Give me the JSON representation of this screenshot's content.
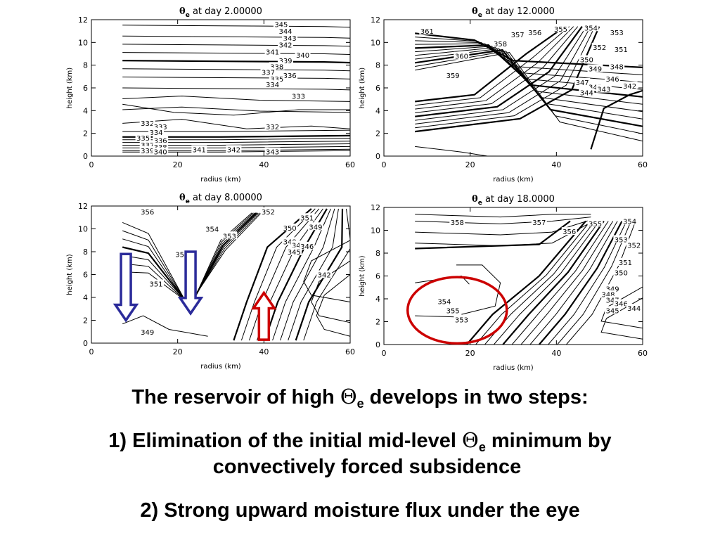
{
  "chart_data": [
    {
      "type": "contour",
      "panel": "top-left",
      "title": {
        "prefix": "θ",
        "sub": "e",
        "text": "at day 2.00000"
      },
      "xlabel": "radius (km)",
      "ylabel": "height (km)",
      "xlim": [
        0,
        60
      ],
      "ylim": [
        0,
        12
      ],
      "xticks": [
        "0",
        "20",
        "40",
        "60"
      ],
      "yticks": [
        "0",
        "2",
        "4",
        "6",
        "8",
        "10",
        "12"
      ],
      "contour_labels": [
        {
          "text": "345",
          "x": 44,
          "y": 11.6
        },
        {
          "text": "344",
          "x": 45,
          "y": 11.0
        },
        {
          "text": "343",
          "x": 46,
          "y": 10.4
        },
        {
          "text": "342",
          "x": 45,
          "y": 9.8
        },
        {
          "text": "341",
          "x": 42,
          "y": 9.2
        },
        {
          "text": "340",
          "x": 49,
          "y": 8.9
        },
        {
          "text": "339",
          "x": 45,
          "y": 8.4
        },
        {
          "text": "338",
          "x": 43,
          "y": 7.9
        },
        {
          "text": "337",
          "x": 41,
          "y": 7.4
        },
        {
          "text": "336",
          "x": 46,
          "y": 7.1
        },
        {
          "text": "335",
          "x": 43,
          "y": 6.8
        },
        {
          "text": "334",
          "x": 42,
          "y": 6.3
        },
        {
          "text": "333",
          "x": 48,
          "y": 5.3
        },
        {
          "text": "332",
          "x": 13,
          "y": 2.9
        },
        {
          "text": "333",
          "x": 16,
          "y": 2.6
        },
        {
          "text": "334",
          "x": 15,
          "y": 2.1
        },
        {
          "text": "335",
          "x": 12,
          "y": 1.6
        },
        {
          "text": "336",
          "x": 16,
          "y": 1.4
        },
        {
          "text": "337",
          "x": 13,
          "y": 1.0
        },
        {
          "text": "338",
          "x": 16,
          "y": 0.8
        },
        {
          "text": "339",
          "x": 13,
          "y": 0.5
        },
        {
          "text": "340",
          "x": 16,
          "y": 0.4
        },
        {
          "text": "332",
          "x": 42,
          "y": 2.6
        },
        {
          "text": "341",
          "x": 25,
          "y": 0.6
        },
        {
          "text": "342",
          "x": 33,
          "y": 0.6
        },
        {
          "text": "343",
          "x": 42,
          "y": 0.4
        }
      ]
    },
    {
      "type": "contour",
      "panel": "top-right",
      "title": {
        "prefix": "θ",
        "sub": "e",
        "text": "at day 12.0000"
      },
      "xlabel": "radius (km)",
      "ylabel": "height (km)",
      "xlim": [
        0,
        60
      ],
      "ylim": [
        0,
        12
      ],
      "xticks": [
        "0",
        "20",
        "40",
        "60"
      ],
      "yticks": [
        "0",
        "2",
        "4",
        "6",
        "8",
        "10",
        "12"
      ],
      "contour_labels": [
        {
          "text": "361",
          "x": 10,
          "y": 11.0
        },
        {
          "text": "360",
          "x": 18,
          "y": 8.8
        },
        {
          "text": "359",
          "x": 16,
          "y": 7.1
        },
        {
          "text": "358",
          "x": 27,
          "y": 9.9
        },
        {
          "text": "357",
          "x": 31,
          "y": 10.7
        },
        {
          "text": "356",
          "x": 35,
          "y": 10.9
        },
        {
          "text": "355",
          "x": 41,
          "y": 11.2
        },
        {
          "text": "354",
          "x": 48,
          "y": 11.3
        },
        {
          "text": "353",
          "x": 54,
          "y": 10.9
        },
        {
          "text": "352",
          "x": 50,
          "y": 9.6
        },
        {
          "text": "351",
          "x": 55,
          "y": 9.4
        },
        {
          "text": "350",
          "x": 47,
          "y": 8.5
        },
        {
          "text": "349",
          "x": 49,
          "y": 7.7
        },
        {
          "text": "348",
          "x": 54,
          "y": 7.9
        },
        {
          "text": "347",
          "x": 46,
          "y": 6.5
        },
        {
          "text": "346",
          "x": 53,
          "y": 6.8
        },
        {
          "text": "345",
          "x": 49,
          "y": 6.1
        },
        {
          "text": "344",
          "x": 47,
          "y": 5.6
        },
        {
          "text": "343",
          "x": 51,
          "y": 5.9
        },
        {
          "text": "342",
          "x": 57,
          "y": 6.2
        }
      ]
    },
    {
      "type": "contour",
      "panel": "bottom-left",
      "title": {
        "prefix": "θ",
        "sub": "e",
        "text": "at day 8.00000"
      },
      "xlabel": "radius (km)",
      "ylabel": "height (km)",
      "xlim": [
        0,
        60
      ],
      "ylim": [
        0,
        12
      ],
      "xticks": [
        "0",
        "20",
        "40",
        "60"
      ],
      "yticks": [
        "0",
        "2",
        "4",
        "6",
        "8",
        "10",
        "12"
      ],
      "contour_labels": [
        {
          "text": "356",
          "x": 13,
          "y": 11.5
        },
        {
          "text": "355",
          "x": 21,
          "y": 7.8
        },
        {
          "text": "354",
          "x": 28,
          "y": 10.0
        },
        {
          "text": "353",
          "x": 32,
          "y": 9.4
        },
        {
          "text": "352",
          "x": 41,
          "y": 11.5
        },
        {
          "text": "351",
          "x": 50,
          "y": 11.0
        },
        {
          "text": "350",
          "x": 46,
          "y": 10.1
        },
        {
          "text": "349",
          "x": 52,
          "y": 10.2
        },
        {
          "text": "348",
          "x": 46,
          "y": 8.9
        },
        {
          "text": "347",
          "x": 48,
          "y": 8.6
        },
        {
          "text": "346",
          "x": 50,
          "y": 8.5
        },
        {
          "text": "345",
          "x": 47,
          "y": 8.0
        },
        {
          "text": "351",
          "x": 15,
          "y": 5.2
        },
        {
          "text": "349",
          "x": 13,
          "y": 1.0
        },
        {
          "text": "342",
          "x": 54,
          "y": 6.0
        }
      ],
      "annotations": [
        {
          "type": "arrow",
          "direction": "down",
          "color": "#2b2b9a",
          "x": 8,
          "y_top": 7.8,
          "y_bottom": 2.0
        },
        {
          "type": "arrow",
          "direction": "down",
          "color": "#2b2b9a",
          "x": 23,
          "y_top": 8.0,
          "y_bottom": 2.6
        },
        {
          "type": "arrow",
          "direction": "up",
          "color": "#cc0000",
          "x": 40,
          "y_top": 4.4,
          "y_bottom": 0.3
        }
      ]
    },
    {
      "type": "contour",
      "panel": "bottom-right",
      "title": {
        "prefix": "θ",
        "sub": "e",
        "text": "at day 18.0000"
      },
      "xlabel": "radius (km)",
      "ylabel": "height (km)",
      "xlim": [
        0,
        60
      ],
      "ylim": [
        0,
        12
      ],
      "xticks": [
        "0",
        "20",
        "40",
        "60"
      ],
      "yticks": [
        "0",
        "2",
        "4",
        "6",
        "8",
        "10",
        "12"
      ],
      "contour_labels": [
        {
          "text": "358",
          "x": 17,
          "y": 10.7
        },
        {
          "text": "357",
          "x": 36,
          "y": 10.7
        },
        {
          "text": "356",
          "x": 43,
          "y": 9.9
        },
        {
          "text": "355",
          "x": 49,
          "y": 10.6
        },
        {
          "text": "354",
          "x": 57,
          "y": 10.8
        },
        {
          "text": "353",
          "x": 55,
          "y": 9.2
        },
        {
          "text": "352",
          "x": 58,
          "y": 8.7
        },
        {
          "text": "351",
          "x": 56,
          "y": 7.2
        },
        {
          "text": "350",
          "x": 55,
          "y": 6.3
        },
        {
          "text": "349",
          "x": 53,
          "y": 4.9
        },
        {
          "text": "348",
          "x": 52,
          "y": 4.4
        },
        {
          "text": "347",
          "x": 53,
          "y": 3.9
        },
        {
          "text": "346",
          "x": 55,
          "y": 3.6
        },
        {
          "text": "345",
          "x": 53,
          "y": 3.0
        },
        {
          "text": "344",
          "x": 58,
          "y": 3.2
        },
        {
          "text": "354",
          "x": 14,
          "y": 3.8
        },
        {
          "text": "355",
          "x": 16,
          "y": 3.0
        },
        {
          "text": "353",
          "x": 18,
          "y": 2.2
        }
      ],
      "annotations": [
        {
          "type": "ellipse",
          "color": "#cc0000",
          "cx": 17,
          "cy": 3.0,
          "rx": 11.5,
          "ry": 2.9
        }
      ]
    }
  ],
  "caption": {
    "line1": {
      "before": "The reservoir of high ",
      "symbol": "Θ",
      "sub": "e",
      "after": " develops in two steps:"
    },
    "line2": {
      "before": "1) Elimination of the initial mid-level ",
      "symbol": "Θ",
      "sub": "e",
      "after": " minimum by"
    },
    "line3": {
      "text": "convectively forced subsidence"
    },
    "line4": {
      "text": "2) Strong upward moisture flux under the eye"
    }
  }
}
